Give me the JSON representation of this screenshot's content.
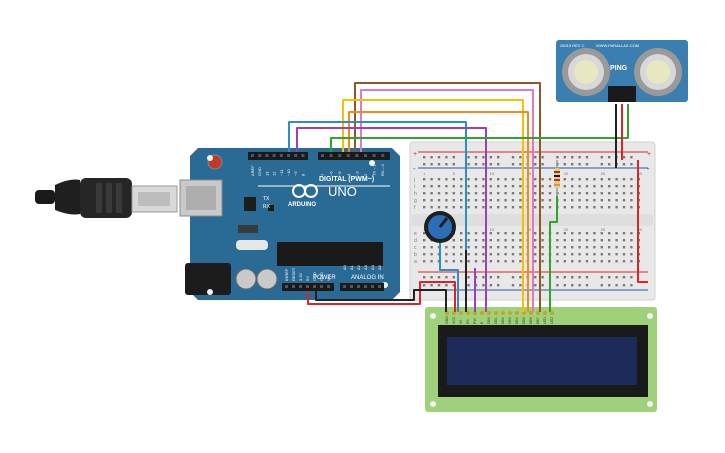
{
  "arduino": {
    "brand": "ARDUINO",
    "model": "UNO",
    "digital_label": "DIGITAL (PWM~)",
    "power_label": "POWER",
    "analog_label": "ANALOG IN",
    "tx": "TX",
    "rx": "RX",
    "digital_pins": [
      "AREF",
      "GND",
      "13",
      "12",
      "~11",
      "~10",
      "~9",
      "8",
      "7",
      "~6",
      "~5",
      "4",
      "~3",
      "2",
      "TX→1",
      "RX←0"
    ],
    "power_pins": [
      "IOREF",
      "RESET",
      "3.3V",
      "5V",
      "GND",
      "GND",
      "Vin"
    ],
    "analog_pins": [
      "A0",
      "A1",
      "A2",
      "A3",
      "A4",
      "A5"
    ]
  },
  "sensor": {
    "brand": "WWW.PARALLAX.COM",
    "model": "PING",
    "part": "28015 REV C"
  },
  "lcd": {
    "pins": [
      "GND",
      "VCC",
      "V0",
      "RS",
      "RW",
      "E",
      "DB0",
      "DB1",
      "DB2",
      "DB3",
      "DB4",
      "DB5",
      "DB6",
      "DB7",
      "LED",
      "LED"
    ]
  },
  "breadboard": {
    "row_labels_top": [
      "j",
      "i",
      "h",
      "g",
      "f"
    ],
    "row_labels_bottom": [
      "e",
      "d",
      "c",
      "b",
      "a"
    ],
    "plus": "+",
    "minus": "-",
    "columns": [
      "1",
      "5",
      "10",
      "15",
      "20",
      "25",
      "30"
    ]
  },
  "colors": {
    "board": "#2a6b96",
    "breadboard": "#e8e8e8",
    "lcd_pcb": "#9fd07a",
    "lcd_screen": "#1e2a5a",
    "sensor_pcb": "#3b7fb0",
    "wire_red": "#d7262a",
    "wire_black": "#222222",
    "wire_green": "#2fa52f",
    "wire_yellow": "#f2c200",
    "wire_orange": "#f08c1e",
    "wire_purple": "#9b3fc0",
    "wire_teal": "#2a8fc8",
    "wire_brown": "#8b5a2b",
    "wire_pink": "#e07ac0"
  }
}
